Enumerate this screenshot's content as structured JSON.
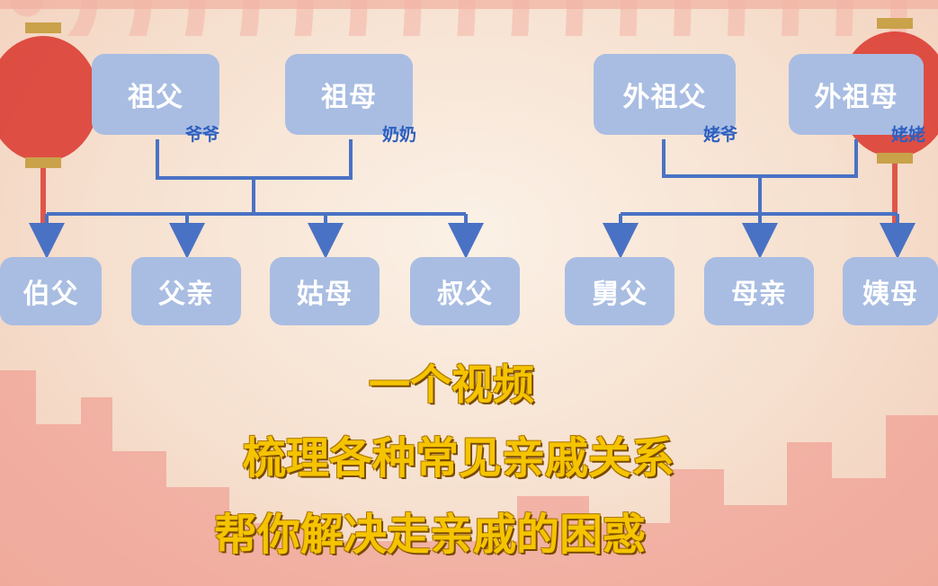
{
  "paternal": {
    "grandfather": {
      "label": "祖父",
      "nickname": "爷爷"
    },
    "grandmother": {
      "label": "祖母",
      "nickname": "奶奶"
    },
    "children": [
      "伯父",
      "父亲",
      "姑母",
      "叔父"
    ]
  },
  "maternal": {
    "grandfather": {
      "label": "外祖父",
      "nickname": "姥爷"
    },
    "grandmother": {
      "label": "外祖母",
      "nickname": "姥姥"
    },
    "children": [
      "舅父",
      "母亲",
      "姨母"
    ]
  },
  "headline": {
    "line1": "一个视频",
    "line2": "梳理各种常见亲戚关系",
    "line3": "帮你解决走亲戚的困惑"
  },
  "colors": {
    "box": "#a9bde2",
    "line": "#4a72c4",
    "nickname": "#2e5fbf",
    "title": "#f5c400"
  }
}
